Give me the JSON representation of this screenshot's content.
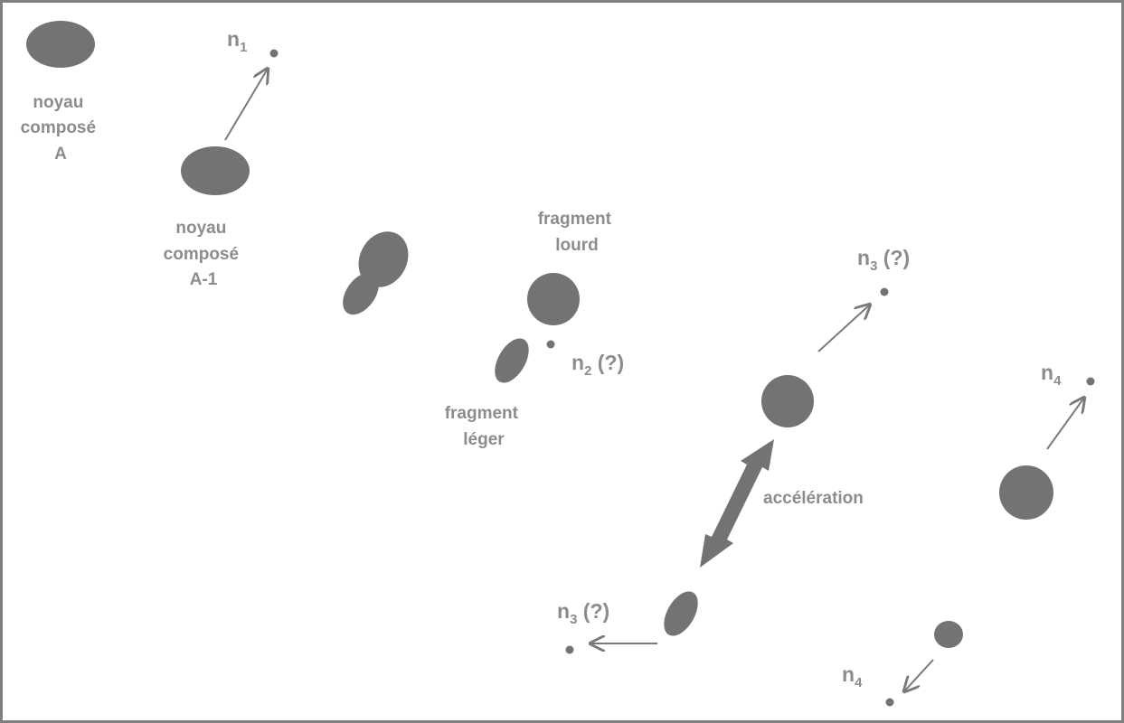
{
  "labels": {
    "noyau_a": [
      "noyau",
      "composé",
      "A"
    ],
    "noyau_a1": [
      "noyau",
      "composé",
      "A-1"
    ],
    "fragment_lourd": [
      "fragment",
      "lourd"
    ],
    "fragment_leger": [
      "fragment",
      "léger"
    ],
    "acceleration": "accélération",
    "n1": {
      "base": "n",
      "sub": "1",
      "suffix": ""
    },
    "n2": {
      "base": "n",
      "sub": "2",
      "suffix": " (?)"
    },
    "n3_top": {
      "base": "n",
      "sub": "3",
      "suffix": " (?)"
    },
    "n3_bottom": {
      "base": "n",
      "sub": "3",
      "suffix": " (?)"
    },
    "n4_top": {
      "base": "n",
      "sub": "4",
      "suffix": ""
    },
    "n4_bottom": {
      "base": "n",
      "sub": "4",
      "suffix": ""
    }
  },
  "colors": {
    "shape": "#737373",
    "text": "#8c8c8c",
    "arrow": "#7a7a7a",
    "border": "#7f7f7f"
  }
}
